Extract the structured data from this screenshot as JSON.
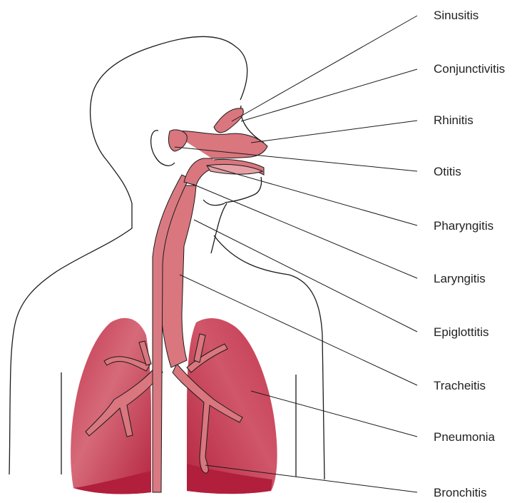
{
  "colors": {
    "outline": "#1a1a1a",
    "lung_dark": "#b2233f",
    "lung_mid": "#c9415a",
    "lung_light": "#dc8791",
    "airway": "#d9767e",
    "airway_dark": "#b9434f",
    "leader": "#1a1a1a"
  },
  "labels": [
    {
      "key": "sinusitis",
      "text": "Sinusitis"
    },
    {
      "key": "conjunctivitis",
      "text": "Conjunctivitis"
    },
    {
      "key": "rhinitis",
      "text": "Rhinitis"
    },
    {
      "key": "otitis",
      "text": "Otitis"
    },
    {
      "key": "pharyngitis",
      "text": "Pharyngitis"
    },
    {
      "key": "laryngitis",
      "text": "Laryngitis"
    },
    {
      "key": "epiglottitis",
      "text": "Epiglottitis"
    },
    {
      "key": "tracheitis",
      "text": "Tracheitis"
    },
    {
      "key": "pneumonia",
      "text": "Pneumonia"
    },
    {
      "key": "bronchitis",
      "text": "Bronchitis"
    }
  ]
}
